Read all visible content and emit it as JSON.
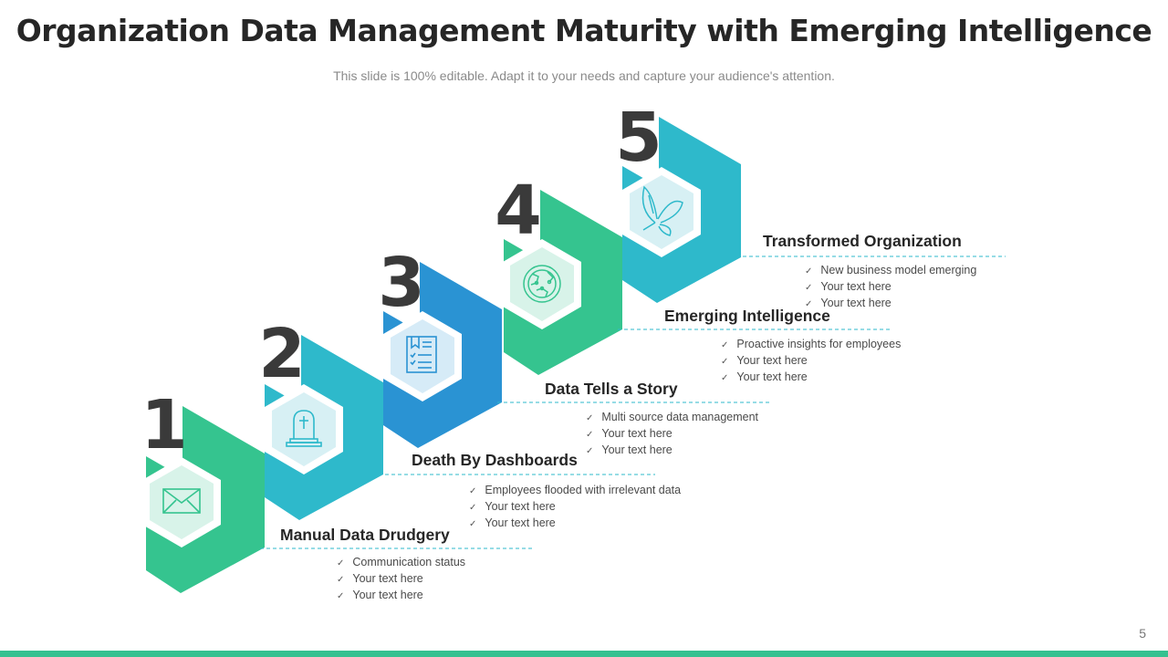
{
  "title": "Organization Data Management Maturity with Emerging Intelligence",
  "subtitle": "This slide is 100% editable. Adapt it to your needs and capture your audience's attention.",
  "page_number": "5",
  "colors": {
    "green": "#35c48f",
    "teal": "#2eb9cb",
    "blue": "#2a93d3",
    "bottom_bar": "#35c190",
    "number": "#3a3a3a"
  },
  "steps": [
    {
      "number": "1",
      "title": "Manual Data Drudgery",
      "icon": "envelope-icon",
      "color": "green",
      "bullets": [
        "Communication status",
        "Your text here",
        "Your text here"
      ]
    },
    {
      "number": "2",
      "title": "Death By Dashboards",
      "icon": "tombstone-icon",
      "color": "teal",
      "bullets": [
        "Employees flooded with irrelevant data",
        "Your text here",
        "Your text here"
      ]
    },
    {
      "number": "3",
      "title": "Data Tells a Story",
      "icon": "report-document-icon",
      "color": "blue",
      "bullets": [
        "Multi source data management",
        "Your text here",
        "Your text here"
      ]
    },
    {
      "number": "4",
      "title": "Emerging Intelligence",
      "icon": "globe-network-icon",
      "color": "green",
      "bullets": [
        "Proactive insights for employees",
        "Your text here",
        "Your text here"
      ]
    },
    {
      "number": "5",
      "title": "Transformed Organization",
      "icon": "butterfly-icon",
      "color": "teal",
      "bullets": [
        "New business model emerging",
        "Your text here",
        "Your text here"
      ]
    }
  ]
}
